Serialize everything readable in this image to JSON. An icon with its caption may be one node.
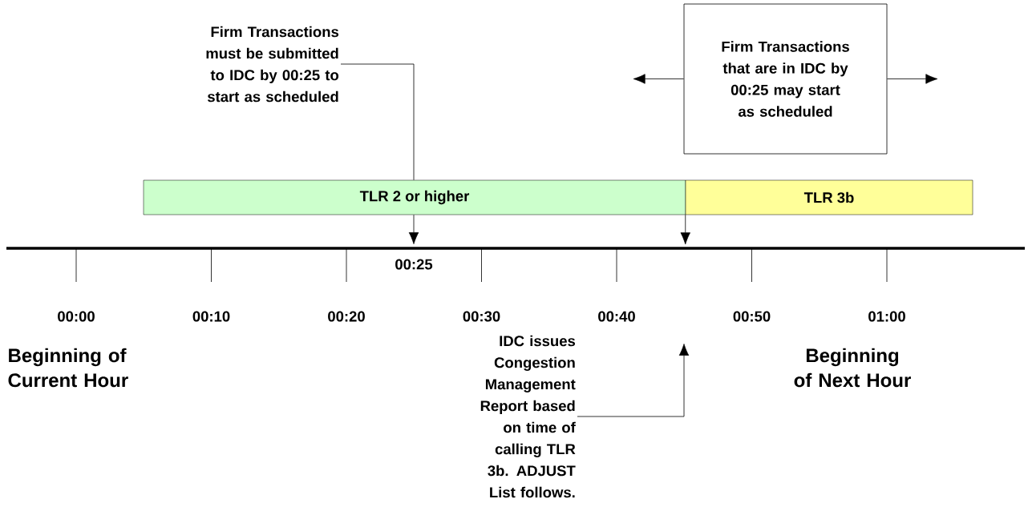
{
  "diagram": {
    "nodes": [
      {
        "text": [
          "Firm Transactions must be submitted to IDC by 00:25 to start as scheduled"
        ]
      },
      {
        "text": [
          "Firm Transactions that are in IDC by 00:25 may start as scheduled"
        ]
      },
      {
        "text": [
          "TLR 2 or higher"
        ]
      },
      {
        "text": [
          "TLR 3b"
        ]
      },
      {
        "text": [
          "IDC issues Congestion Management Report based on time of calling TLR 3b. ADJUST List follows."
        ]
      }
    ],
    "edges": [
      {
        "from": 0,
        "to": 2,
        "arrow": "none"
      },
      {
        "from": 2,
        "to": null,
        "arrow": "to"
      },
      {
        "from": 3,
        "to": null,
        "arrow": "to"
      },
      {
        "from": 1,
        "to": null,
        "arrow": "to"
      },
      {
        "from": 1,
        "to": null,
        "arrow": "to"
      },
      {
        "from": 4,
        "to": null,
        "arrow": "to"
      }
    ],
    "labels": [
      "00:25",
      "00:00",
      "00:10",
      "00:20",
      "00:30",
      "00:40",
      "00:50",
      "01:00",
      "Beginning of Current Hour",
      "Beginning of Next Hour"
    ]
  }
}
